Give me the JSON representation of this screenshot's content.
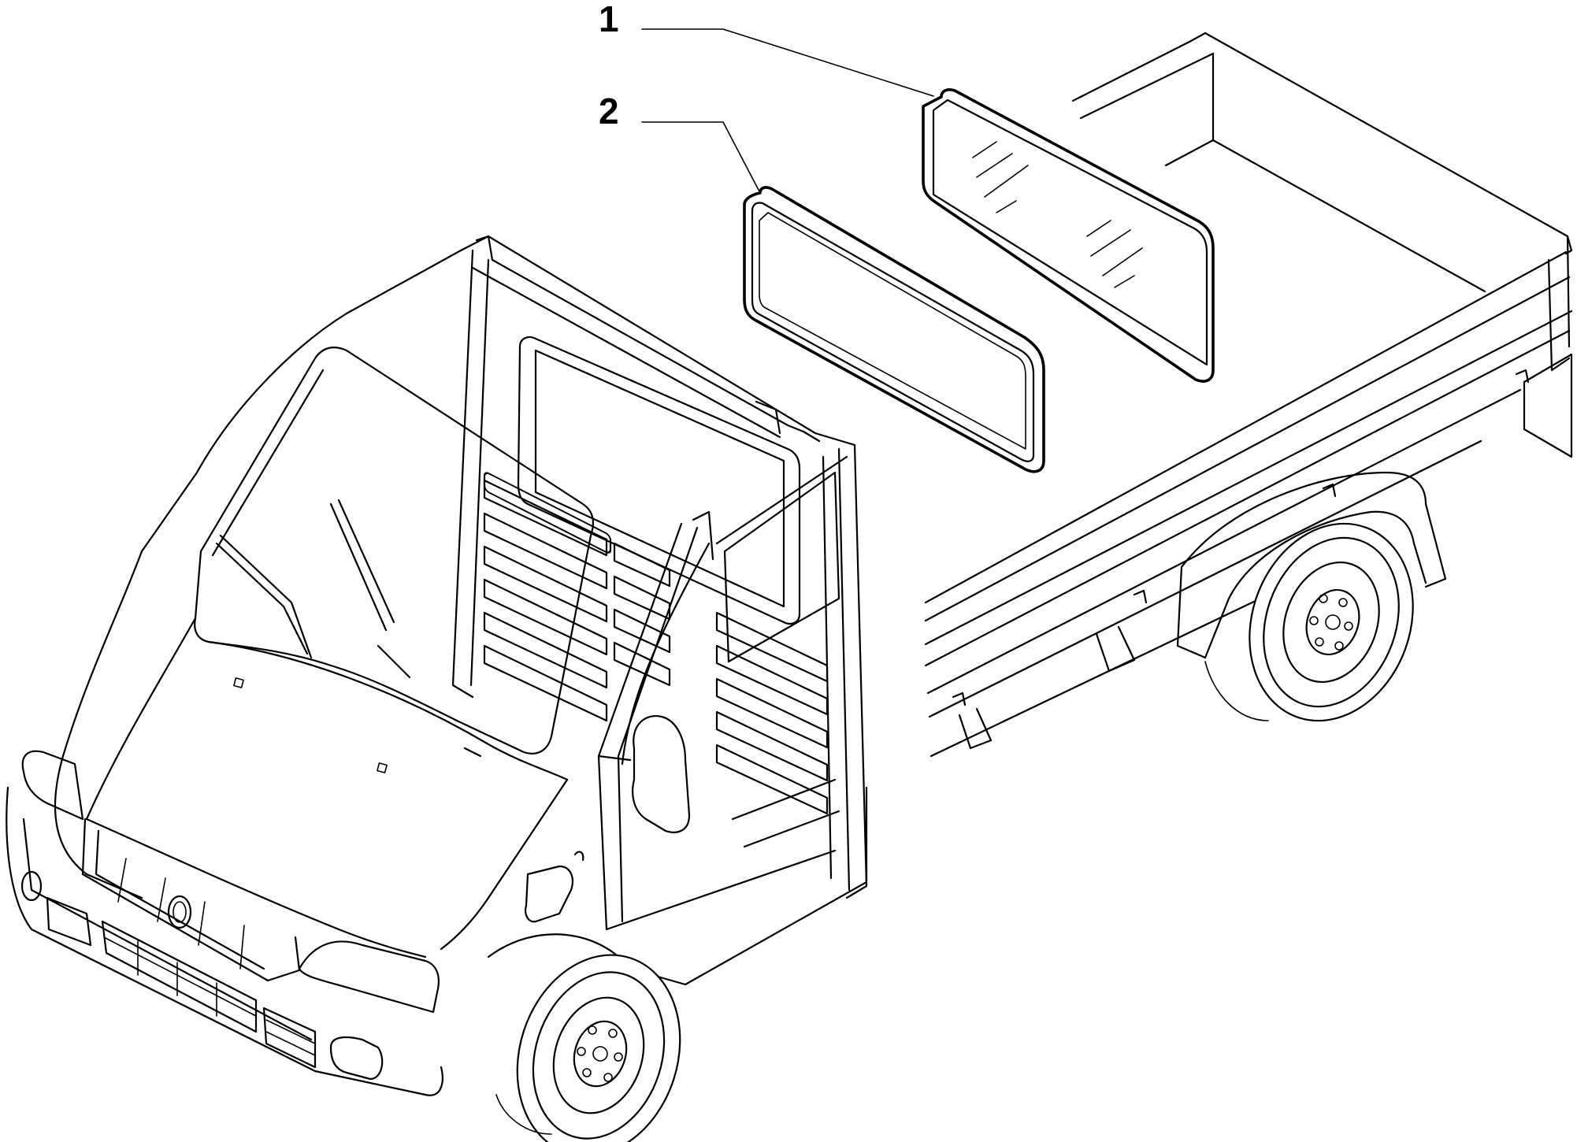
{
  "callouts": [
    {
      "number": "1",
      "part": "rear-window-glass"
    },
    {
      "number": "2",
      "part": "rear-window-seal"
    }
  ],
  "colors": {
    "line": "#000000",
    "background": "#ffffff"
  }
}
